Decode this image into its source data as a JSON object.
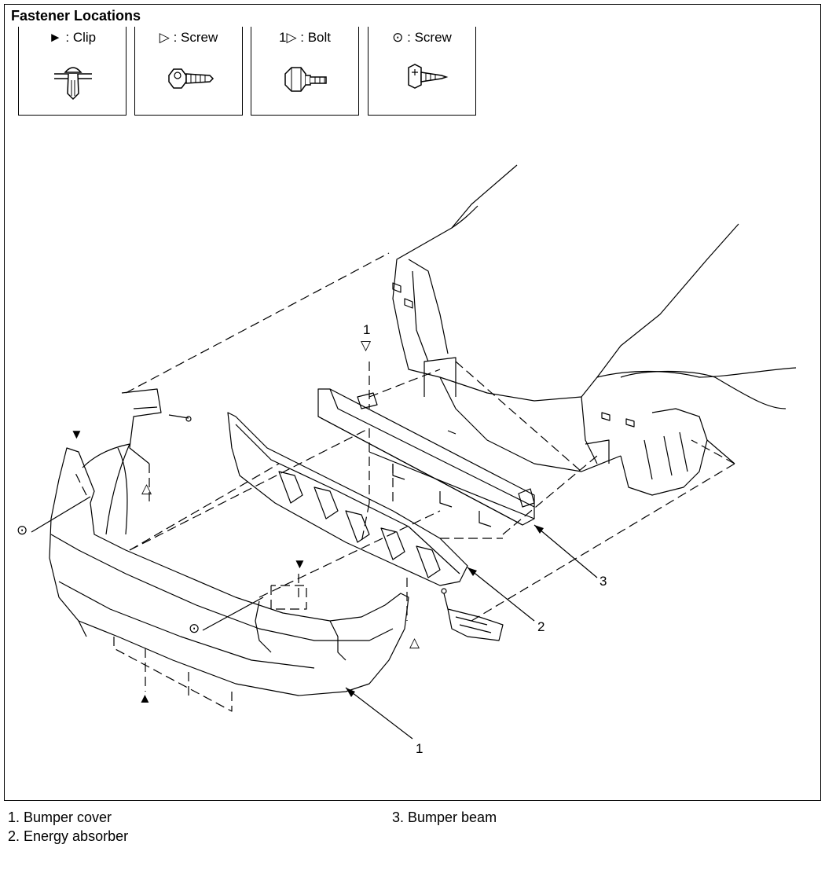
{
  "title": "Fastener Locations",
  "legend": [
    {
      "symbol": "►",
      "label": ": Clip"
    },
    {
      "symbol": "▷",
      "label": ": Screw"
    },
    {
      "symbol": "1▷",
      "label": ": Bolt"
    },
    {
      "symbol": "⊙",
      "label": ": Screw"
    }
  ],
  "markers": {
    "clip": "▼",
    "clip_up": "▲",
    "screw_open": "△",
    "screw_open_down": "▽",
    "screw_dot": "⊙",
    "bolt_num": "1"
  },
  "callouts": [
    "1",
    "2",
    "3"
  ],
  "parts_list": [
    "1. Bumper cover",
    "2. Energy absorber",
    "3. Bumper beam"
  ]
}
